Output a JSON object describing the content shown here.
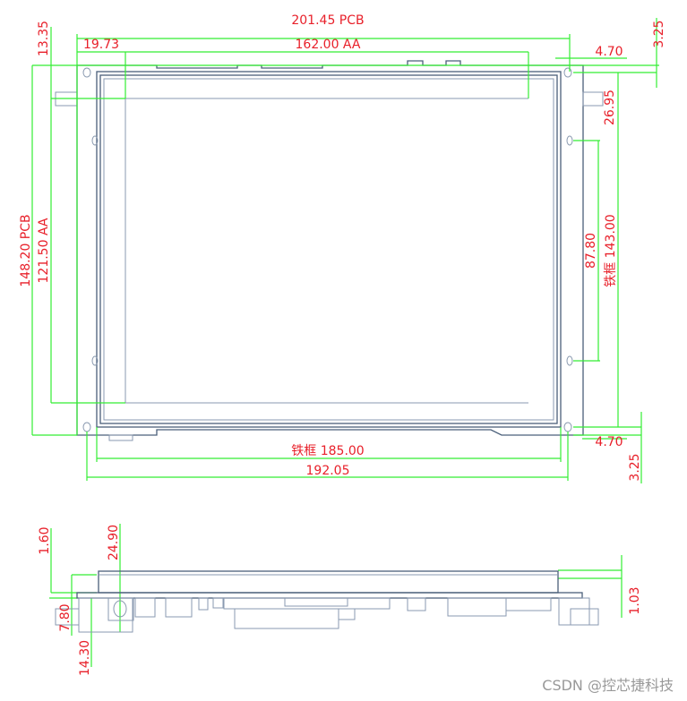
{
  "top_view": {
    "pcb_width": "201.45  PCB",
    "aa_width": "162.00  AA",
    "aa_left_offset": "19.73",
    "aa_top_offset": "13.35",
    "hole_top_offset": "3.25",
    "hole_right_offset_top": "4.70",
    "hole_spacing_top": "26.95",
    "hole_spacing_mid": "87.80",
    "frame_height": "铁框  143.00",
    "pcb_height": "148.20  PCB",
    "aa_height": "121.50  AA",
    "hole_right_offset_bottom": "4.70",
    "hole_bottom_offset": "3.25",
    "frame_width": "铁框  185.00",
    "hole_spacing_width": "192.05"
  },
  "side_view": {
    "pcb_thickness": "1.60",
    "total_height": "24.90",
    "connector_height": "7.80",
    "component_height": "14.30",
    "glass_step": "1.03"
  },
  "watermark": "CSDN @控芯捷科技"
}
